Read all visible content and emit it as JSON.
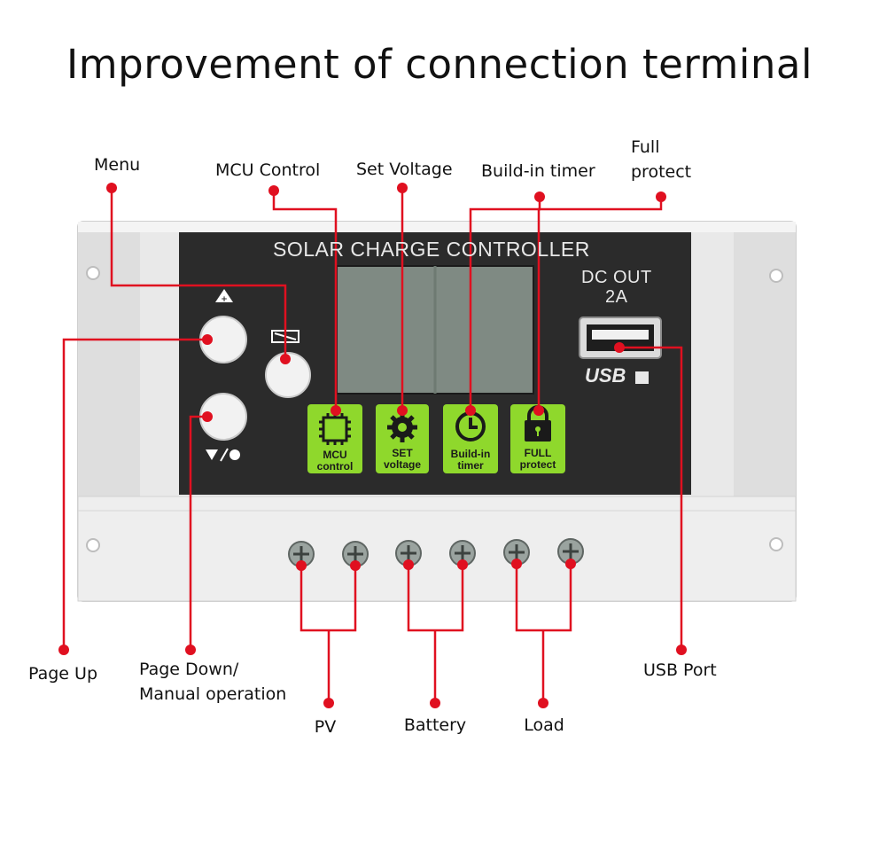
{
  "title": "Improvement of connection terminal",
  "device": {
    "panel_title": "SOLAR CHARGE CONTROLLER",
    "dc_out": "DC OUT",
    "dc_out_current": "2A",
    "usb_logo": "USB",
    "buttons": [
      {
        "id": "mcu",
        "line1": "MCU",
        "line2": "control",
        "icon": "chip-icon"
      },
      {
        "id": "set",
        "line1": "SET",
        "line2": "voltage",
        "icon": "gear-icon"
      },
      {
        "id": "timer",
        "line1": "Build-in",
        "line2": "timer",
        "icon": "clock-icon"
      },
      {
        "id": "protect",
        "line1": "FULL",
        "line2": "protect",
        "icon": "lock-icon"
      }
    ]
  },
  "callouts": {
    "menu": "Menu",
    "mcu_control": "MCU Control",
    "set_voltage": "Set Voltage",
    "build_in_timer": "Build-in timer",
    "full_protect_line1": "Full",
    "full_protect_line2": "protect",
    "page_up": "Page Up",
    "page_down_line1": "Page Down/",
    "page_down_line2": "Manual operation",
    "pv": "PV",
    "battery": "Battery",
    "load": "Load",
    "usb_port": "USB Port"
  },
  "colors": {
    "leader": "#e01020",
    "panel": "#2b2b2b",
    "housing": "#e9e9e9",
    "button_green": "#8fd82c",
    "lcd": "#7f8a83"
  }
}
